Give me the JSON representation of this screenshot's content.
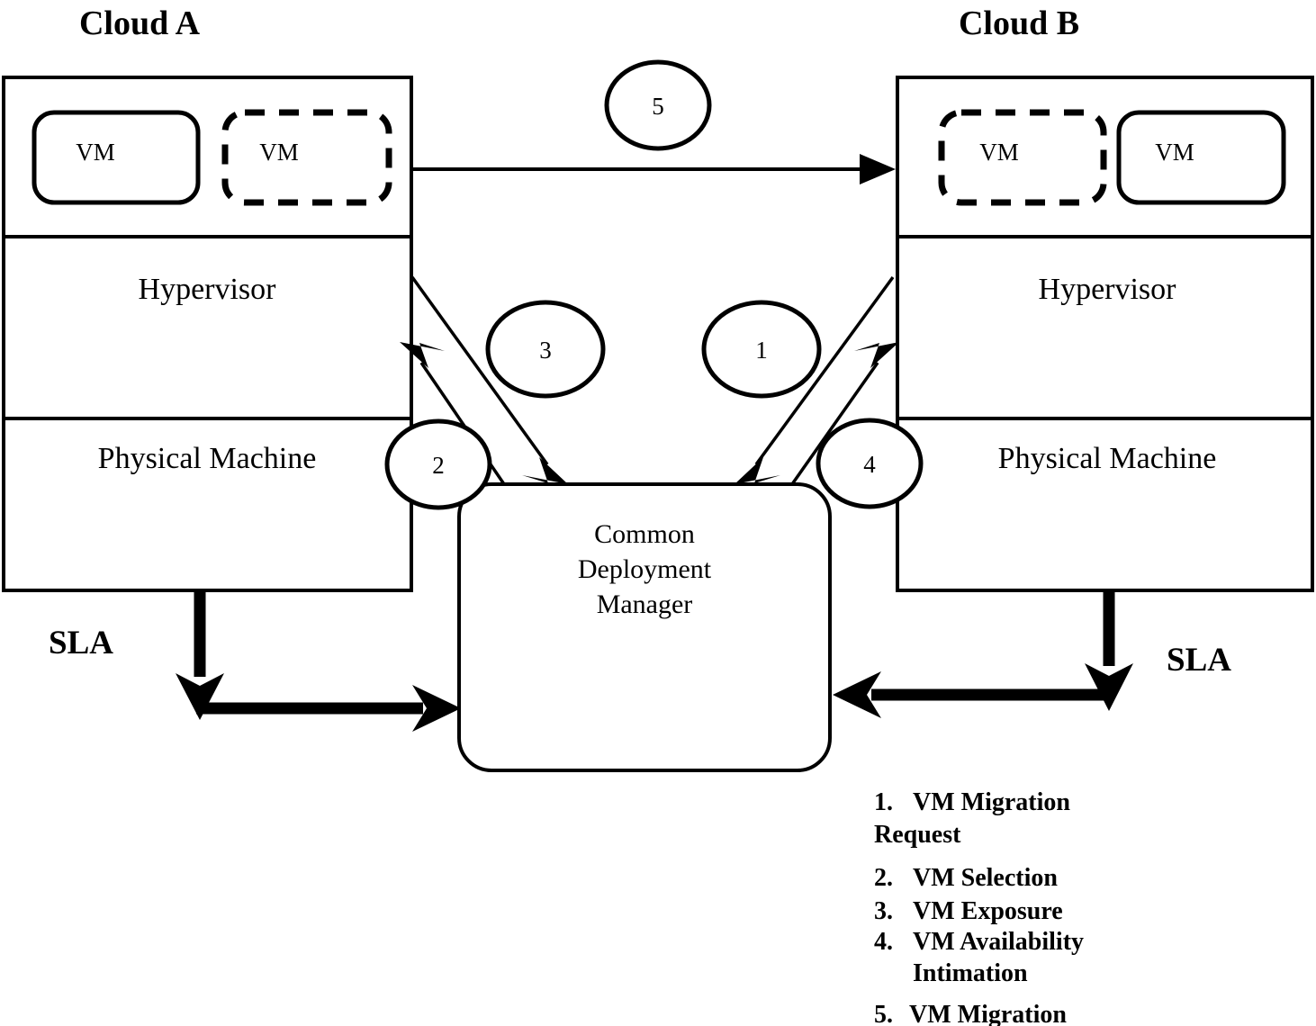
{
  "diagram": {
    "title_left": "Cloud A",
    "title_right": "Cloud B",
    "sla_left": "SLA",
    "sla_right": "SLA",
    "manager": {
      "line1": "Common",
      "line2": "Deployment",
      "line3": "Manager"
    },
    "cloud_a": {
      "name": "Cloud A",
      "vm_solid": "VM",
      "vm_dashed": "VM",
      "hypervisor": "Hypervisor",
      "physical_machine": "Physical Machine"
    },
    "cloud_b": {
      "name": "Cloud B",
      "vm_dashed": "VM",
      "vm_solid": "VM",
      "hypervisor": "Hypervisor",
      "physical_machine": "Physical Machine"
    },
    "badges": {
      "b1": "1",
      "b2": "2",
      "b3": "3",
      "b4": "4",
      "b5": "5"
    },
    "legend": {
      "item1_num": "1.",
      "item1_line1": "VM Migration",
      "item1_line2": "Request",
      "item2_num": "2.",
      "item2_text": "VM Selection",
      "item3_num": "3.",
      "item3_text": "VM Exposure",
      "item4_num": "4.",
      "item4_line1": "VM Availability",
      "item4_line2": "Intimation",
      "item5_num": "5.",
      "item5_text": "VM Migration"
    },
    "colors": {
      "stroke": "#000000",
      "background": "#ffffff"
    }
  }
}
